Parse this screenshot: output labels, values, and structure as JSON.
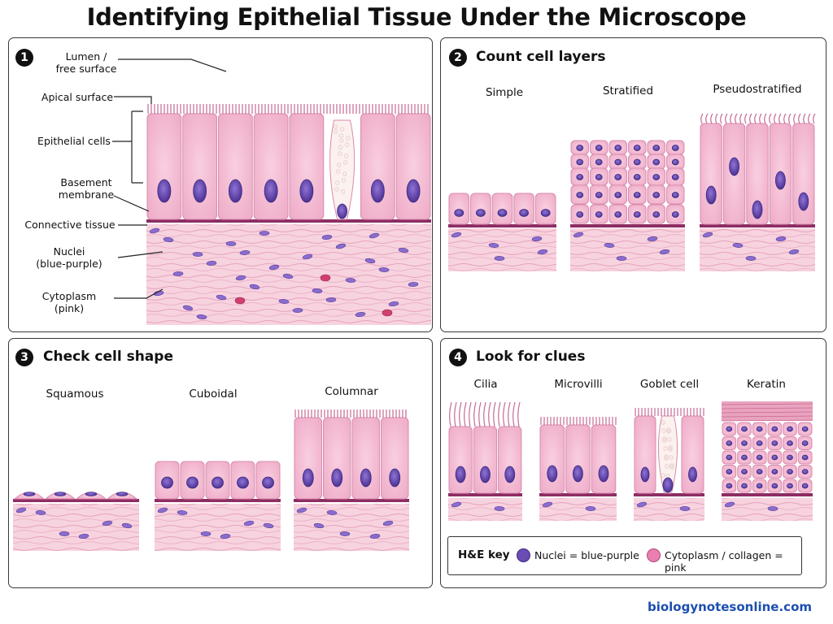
{
  "title": "Identifying Epithelial Tissue Under the Microscope",
  "colors": {
    "nucleus": "#6a4cb3",
    "cytoplasm": "#f3b6cf",
    "connective": "#f7d3df",
    "basement": "#8e2d63",
    "rbc": "#d0406d"
  },
  "panel1": {
    "number": "1",
    "labels": {
      "lumen": "Lumen /\nfree surface",
      "apical": "Apical surface",
      "cells": "Epithelial cells",
      "basement": "Basement\nmembrane",
      "connective": "Connective tissue",
      "nuclei": "Nuclei\n(blue-purple)",
      "cytoplasm": "Cytoplasm\n(pink)"
    }
  },
  "panel2": {
    "number": "2",
    "heading": "Count cell layers",
    "types": [
      "Simple",
      "Stratified",
      "Pseudostratified"
    ]
  },
  "panel3": {
    "number": "3",
    "heading": "Check cell shape",
    "types": [
      "Squamous",
      "Cuboidal",
      "Columnar"
    ]
  },
  "panel4": {
    "number": "4",
    "heading": "Look for clues",
    "types": [
      "Cilia",
      "Microvilli",
      "Goblet cell",
      "Keratin"
    ]
  },
  "key": {
    "title": "H&E key",
    "nuclei": "Nuclei = blue-purple",
    "cytoplasm": "Cytoplasm / collagen = pink"
  },
  "site": "biologynotesonline.com"
}
